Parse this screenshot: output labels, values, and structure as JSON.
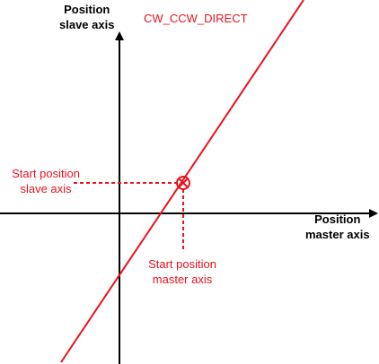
{
  "diagram": {
    "title": "CW_CCW_DIRECT",
    "y_axis_label_line1": "Position",
    "y_axis_label_line2": "slave axis",
    "x_axis_label_line1": "Position",
    "x_axis_label_line2": "master axis",
    "start_slave_label_line1": "Start position",
    "start_slave_label_line2": "slave axis",
    "start_master_label_line1": "Start position",
    "start_master_label_line2": "master axis",
    "colors": {
      "axis": "#000000",
      "accent": "#e8131f"
    }
  }
}
